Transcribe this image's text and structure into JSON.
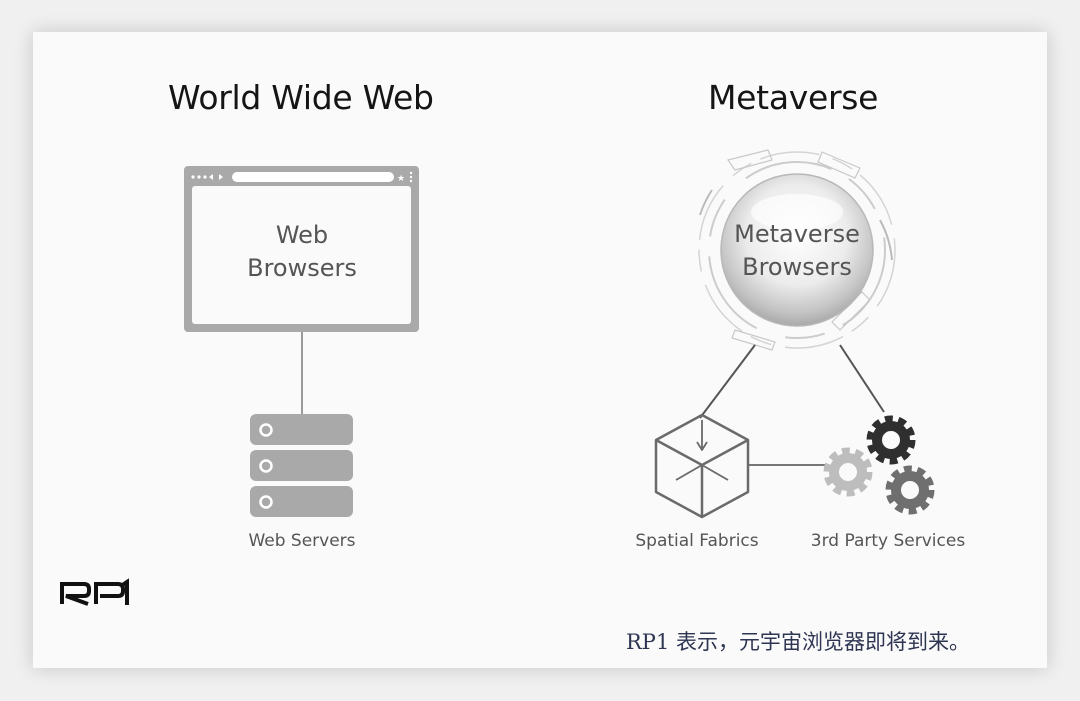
{
  "titles": {
    "web": "World Wide Web",
    "metaverse": "Metaverse"
  },
  "web": {
    "browser_label_line1": "Web",
    "browser_label_line2": "Browsers",
    "servers_label": "Web Servers"
  },
  "metaverse": {
    "browser_label_line1": "Metaverse",
    "browser_label_line2": "Browsers",
    "fabrics_label": "Spatial Fabrics",
    "services_label": "3rd Party Services"
  },
  "logo": {
    "text": "RP1"
  },
  "caption": "RP1 表示，元宇宙浏览器即将到来。"
}
